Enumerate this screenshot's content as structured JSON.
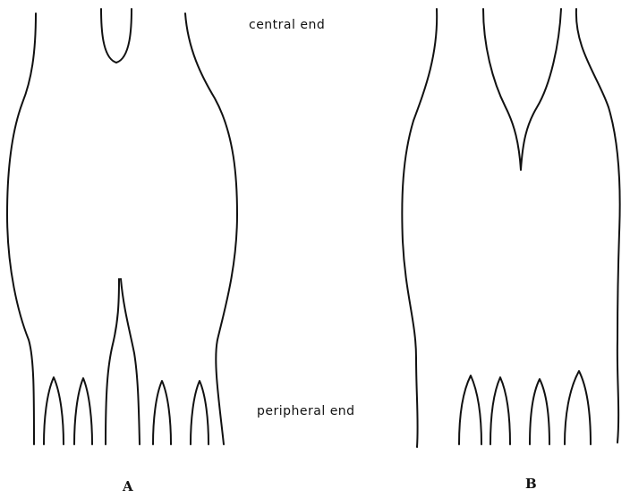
{
  "labels": {
    "central_end": "central end",
    "peripheral_end": "peripheral end",
    "figure_a": "A",
    "figure_b": "B"
  },
  "colors": {
    "ink": "#111111",
    "background": "#ffffff"
  }
}
